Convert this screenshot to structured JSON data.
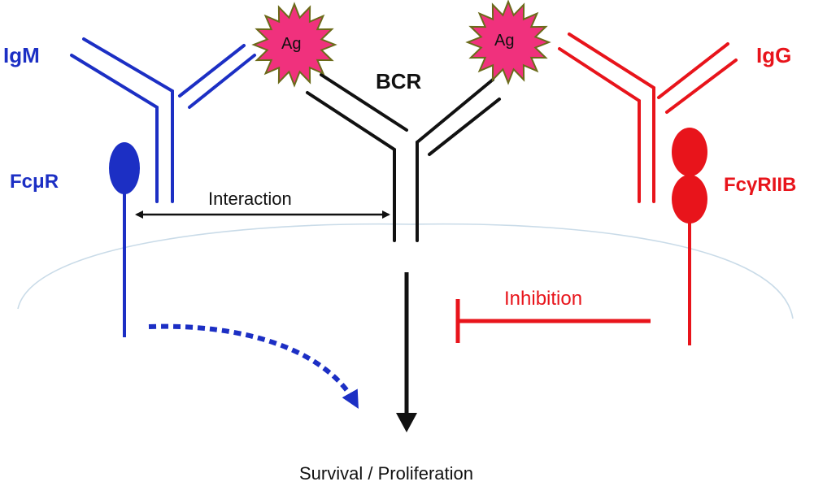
{
  "labels": {
    "igm": "IgM",
    "igg": "IgG",
    "bcr": "BCR",
    "fcmur": "FcμR",
    "fcgriib": "FcγRIIB",
    "interaction": "Interaction",
    "inhibition": "Inhibition",
    "outcome": "Survival / Proliferation",
    "antigen_left": "Ag",
    "antigen_right": "Ag"
  },
  "colors": {
    "igm": "#1c2fc4",
    "igg": "#e8141b",
    "bcr": "#111111",
    "antigen_fill": "#f0317d",
    "antigen_stroke": "#6b6b1a",
    "membrane": "#c9dbe8",
    "text": "#111111"
  }
}
